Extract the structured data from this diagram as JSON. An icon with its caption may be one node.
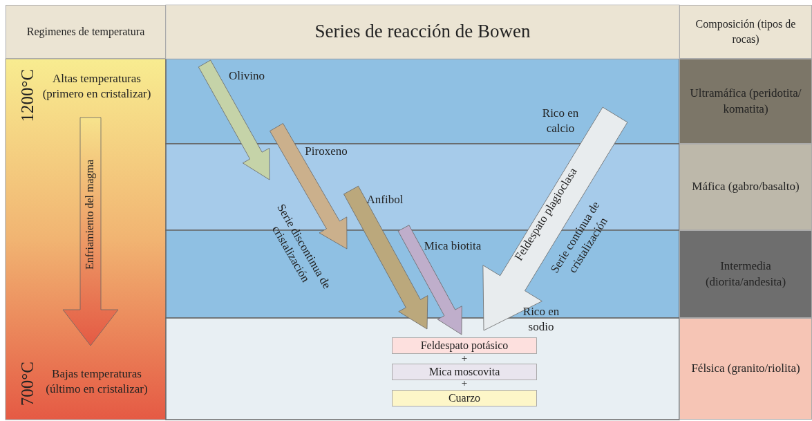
{
  "diagram": {
    "title": "Series de reacción de Bowen",
    "nodes": [
      {
        "text": [
          "Regimenes de temperatura"
        ]
      },
      {
        "text": [
          "Composición (tipos de rocas)"
        ]
      },
      {
        "text": [
          "Ultramáfica (peridotita/ komatita)"
        ]
      },
      {
        "text": [
          "Máfica (gabro/basalto)"
        ]
      },
      {
        "text": [
          "Intermedia (diorita/andesita)"
        ]
      },
      {
        "text": [
          "Félsica (granito/riolita)"
        ]
      },
      {
        "text": [
          "Feldespato potásico"
        ]
      },
      {
        "text": [
          "Mica moscovita"
        ]
      },
      {
        "text": [
          "Cuarzo"
        ]
      }
    ],
    "labels": [
      "1200°C",
      "Altas temperaturas (primero en cristalizar)",
      "Enfriamiento del magma",
      "700°C",
      "Bajas temperaturas (último en cristalizar)",
      "Olivino",
      "Piroxeno",
      "Serie discontinua de cristalización",
      "Anfibol",
      "Mica biotita",
      "Rico en calcio",
      "Feldespato plagioclasa",
      "Serie continua de cristalización",
      "Rico en sodio",
      "+",
      "+"
    ]
  }
}
